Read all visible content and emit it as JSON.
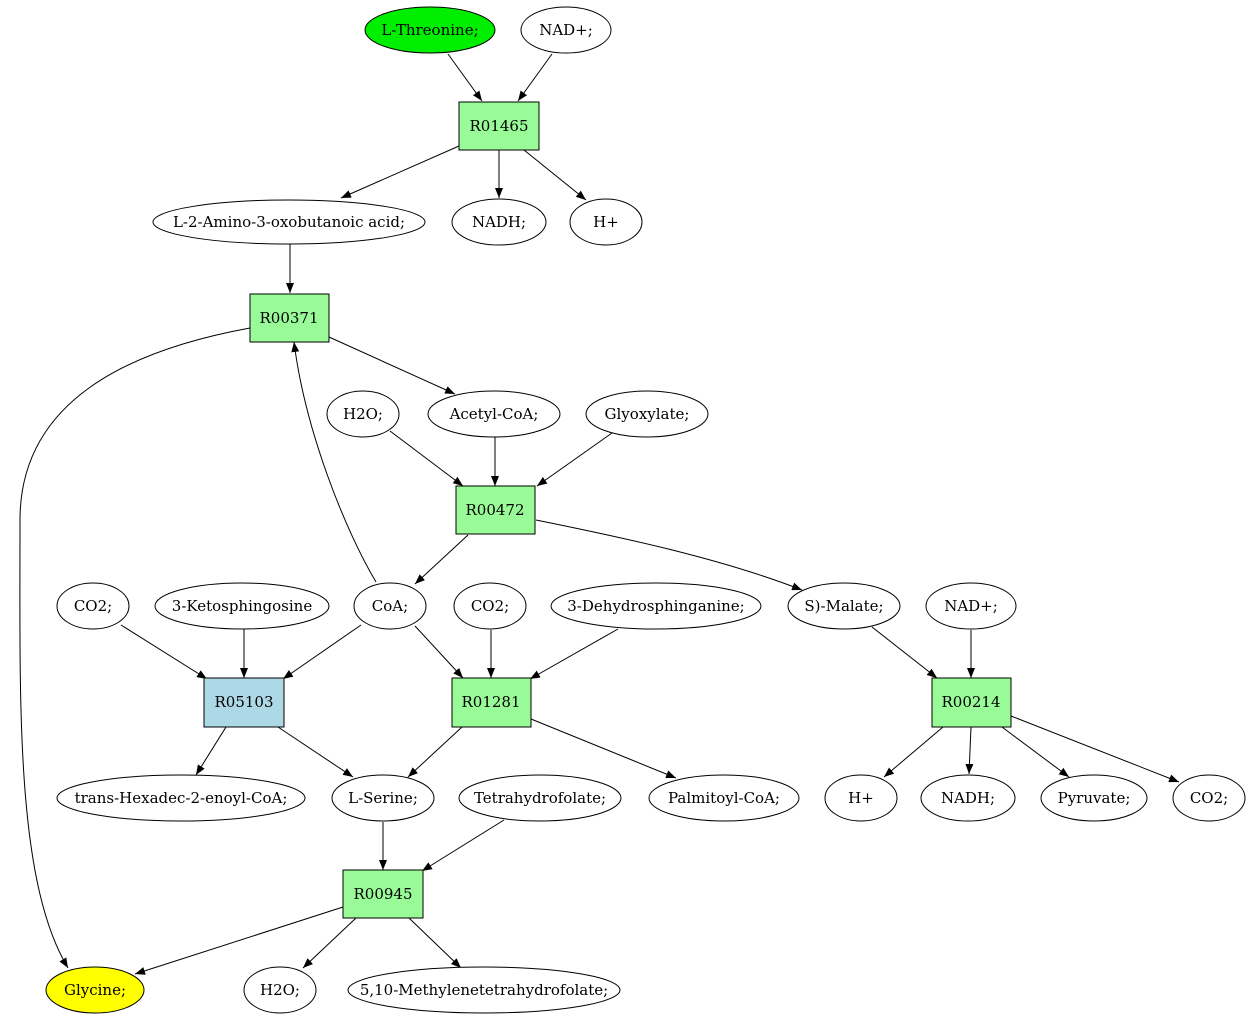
{
  "colors": {
    "start_compound": "#00ee00",
    "end_compound": "#ffff00",
    "compound": "#ffffff",
    "reaction": "#98fb98",
    "reaction_alt": "#add8e6"
  },
  "compounds": {
    "l_threonine": "L-Threonine;",
    "nad_1": "NAD+;",
    "amino_oxobutanoic": "L-2-Amino-3-oxobutanoic acid;",
    "nadh_1": "NADH;",
    "h_1": "H+",
    "h2o_1": "H2O;",
    "acetyl_coa": "Acetyl-CoA;",
    "glyoxylate": "Glyoxylate;",
    "co2_1": "CO2;",
    "ketosphingosine": "3-Ketosphingosine",
    "coa": "CoA;",
    "co2_2": "CO2;",
    "dehydrosphinganine": "3-Dehydrosphinganine;",
    "malate": "S)-Malate;",
    "nad_2": "NAD+;",
    "hexadecenoyl_coa": "trans-Hexadec-2-enoyl-CoA;",
    "l_serine": "L-Serine;",
    "tetrahydrofolate": "Tetrahydrofolate;",
    "palmitoyl_coa": "Palmitoyl-CoA;",
    "h_2": "H+",
    "nadh_2": "NADH;",
    "pyruvate": "Pyruvate;",
    "co2_3": "CO2;",
    "glycine": "Glycine;",
    "h2o_2": "H2O;",
    "methylenethf": "5,10-Methylenetetrahydrofolate;"
  },
  "reactions": {
    "r01465": "R01465",
    "r00371": "R00371",
    "r00472": "R00472",
    "r05103": "R05103",
    "r01281": "R01281",
    "r00214": "R00214",
    "r00945": "R00945"
  }
}
